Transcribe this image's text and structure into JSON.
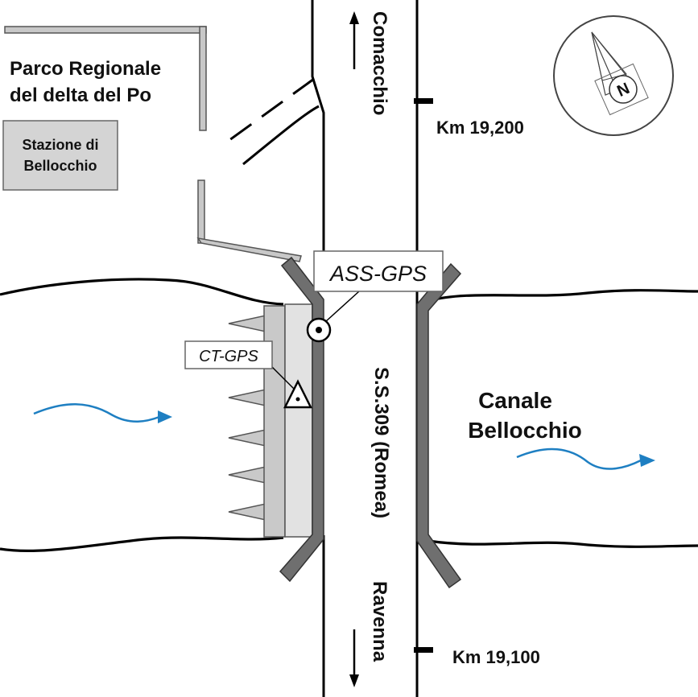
{
  "labels": {
    "park_line1": "Parco Regionale",
    "park_line2": "del delta del Po",
    "station_line1": "Stazione di",
    "station_line2": "Bellocchio",
    "north_dir": "Comacchio",
    "south_dir": "Ravenna",
    "road": "S.S.309 (Romea)",
    "km_north": "Km 19,200",
    "km_south": "Km 19,100",
    "canal_line1": "Canale",
    "canal_line2": "Bellocchio",
    "ass_gps": "ASS-GPS",
    "ct_gps": "CT-GPS",
    "compass_n": "N"
  },
  "colors": {
    "water_flow": "#1e7fc2",
    "bridge_wall": "#6f6f6f",
    "structure_fill": "#c9c9c9",
    "station_box": "#d4d4d4"
  },
  "icons": {
    "ass_gps_marker": "circle-dot-icon",
    "ct_gps_marker": "triangle-dot-icon",
    "compass": "compass-icon"
  }
}
